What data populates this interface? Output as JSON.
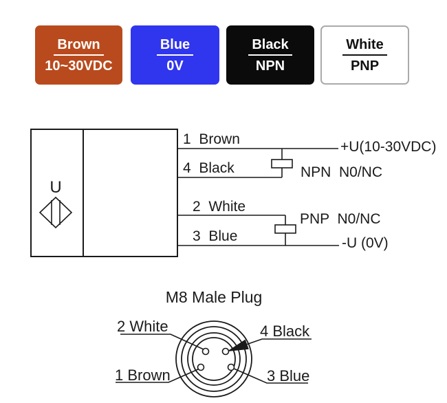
{
  "legend": {
    "boxes": [
      {
        "label": "Brown",
        "value": "10~30VDC",
        "bg": "#b94a1d",
        "fg": "#ffffff"
      },
      {
        "label": "Blue",
        "value": "0V",
        "bg": "#3035ee",
        "fg": "#ffffff"
      },
      {
        "label": "Black",
        "value": "NPN",
        "bg": "#0b0b0b",
        "fg": "#ffffff"
      },
      {
        "label": "White",
        "value": "PNP",
        "bg": "#ffffff",
        "fg": "#111111"
      }
    ]
  },
  "wiring": {
    "sensor_symbol_label": "U",
    "wires": [
      {
        "pin": "1",
        "color": "Brown",
        "label": "1  Brown"
      },
      {
        "pin": "4",
        "color": "Black",
        "label": "4  Black"
      },
      {
        "pin": "2",
        "color": "White",
        "label": "2  White"
      },
      {
        "pin": "3",
        "color": "Blue",
        "label": "3  Blue"
      }
    ],
    "npn_label": "NPN  N0/NC",
    "pnp_label": "PNP  N0/NC",
    "positive_rail": "+U(10-30VDC)",
    "negative_rail": "-U (0V)"
  },
  "plug": {
    "title": "M8 Male Plug",
    "pins": [
      {
        "pin": "2",
        "label": "2 White"
      },
      {
        "pin": "4",
        "label": "4 Black"
      },
      {
        "pin": "1",
        "label": "1 Brown"
      },
      {
        "pin": "3",
        "label": "3 Blue"
      }
    ]
  },
  "colors": {
    "line": "#1a1a1a",
    "brown_box": "#b94a1d",
    "blue_box": "#3035ee",
    "black_box": "#0b0b0b",
    "white_box_border": "#aaaaaa"
  }
}
